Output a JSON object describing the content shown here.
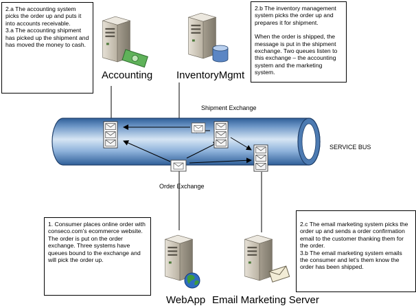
{
  "notes": {
    "accounting": [
      "2.a  The accounting system picks the order up and puts it into accounts receivable.",
      "3.a  The accounting shipment has picked up the shipment and has moved the money to cash."
    ],
    "inventory": [
      "2.b  The inventory management system picks the order up and prepares it for shipment.",
      "When the order is shipped, the message is put in the shipment exchange.  Two queues listen to this exchange – the accounting system and the marketing system."
    ],
    "webapp": [
      "1. Consumer places online order with conseco.com’s ecommerce website.",
      "The order is put on the order exchange.  Three systems have queues bound to the exchange and will pick the order up."
    ],
    "email": [
      "2.c  The email marketing system picks the order up and sends a order confirmation email to the customer thanking them for the order.",
      "3.b  The email marketing system emails the consumer and let’s them know the order has been shipped."
    ]
  },
  "servers": {
    "accounting": "Accounting",
    "inventory": "InventoryMgmt",
    "webapp": "WebApp",
    "email": "Email Marketing Server"
  },
  "bus": {
    "label": "SERVICE BUS",
    "shipment_exchange": "Shipment Exchange",
    "order_exchange": "Order Exchange"
  },
  "colors": {
    "bus_light": "#cfe0f2",
    "bus_mid": "#7fa6d2",
    "bus_dark": "#2f5f99",
    "server_face": "#c9c2b4",
    "server_side": "#9a9384",
    "line": "#000000"
  },
  "icons": [
    "server-icon",
    "money-icon",
    "database-icon",
    "globe-icon",
    "envelope-icon",
    "queue-icon",
    "exchange-icon"
  ]
}
